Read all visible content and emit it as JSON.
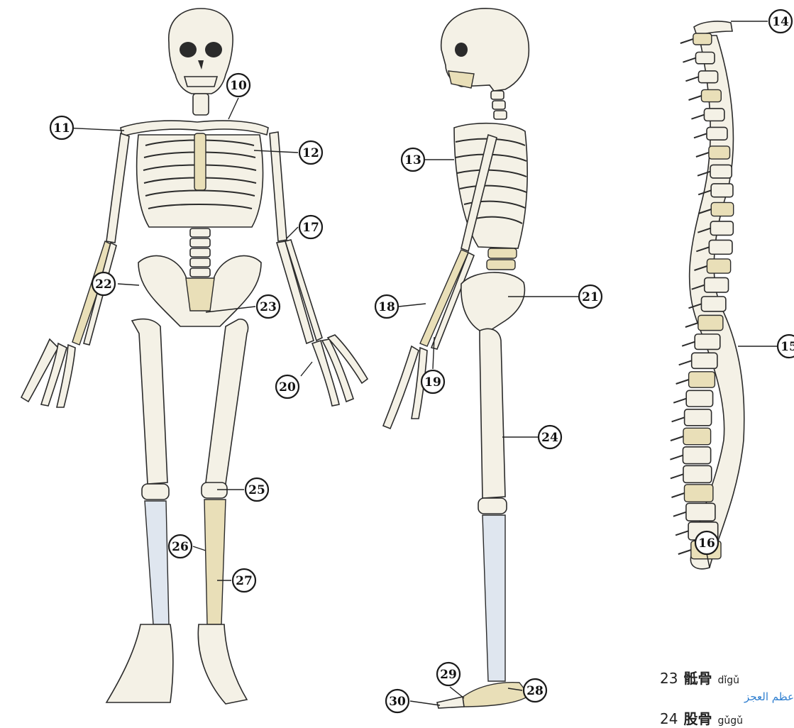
{
  "labels": [
    {
      "id": "10",
      "text": "10"
    },
    {
      "id": "11",
      "text": "11"
    },
    {
      "id": "12",
      "text": "12"
    },
    {
      "id": "13",
      "text": "13"
    },
    {
      "id": "14",
      "text": "14"
    },
    {
      "id": "15",
      "text": "15"
    },
    {
      "id": "16",
      "text": "16"
    },
    {
      "id": "17",
      "text": "17"
    },
    {
      "id": "18",
      "text": "18"
    },
    {
      "id": "19",
      "text": "19"
    },
    {
      "id": "20",
      "text": "20"
    },
    {
      "id": "21",
      "text": "21"
    },
    {
      "id": "22",
      "text": "22"
    },
    {
      "id": "23",
      "text": "23"
    },
    {
      "id": "24",
      "text": "24"
    },
    {
      "id": "25",
      "text": "25"
    },
    {
      "id": "26",
      "text": "26"
    },
    {
      "id": "27",
      "text": "27"
    },
    {
      "id": "28",
      "text": "28"
    },
    {
      "id": "29",
      "text": "29"
    },
    {
      "id": "30",
      "text": "30"
    }
  ],
  "legend": [
    {
      "num": "23",
      "chinese": "骶骨",
      "pinyin": "dǐgǔ",
      "arabic": "عظم العجز"
    },
    {
      "num": "24",
      "chinese": "股骨",
      "pinyin": "gǔgǔ",
      "arabic": ""
    }
  ],
  "colors": {
    "bone": "#f4f1e6",
    "bone_yellow": "#e9dfb8",
    "bone_blue": "#dfe6ef",
    "ink": "#2b2b2b",
    "arabic_text": "#2f7fd0"
  }
}
